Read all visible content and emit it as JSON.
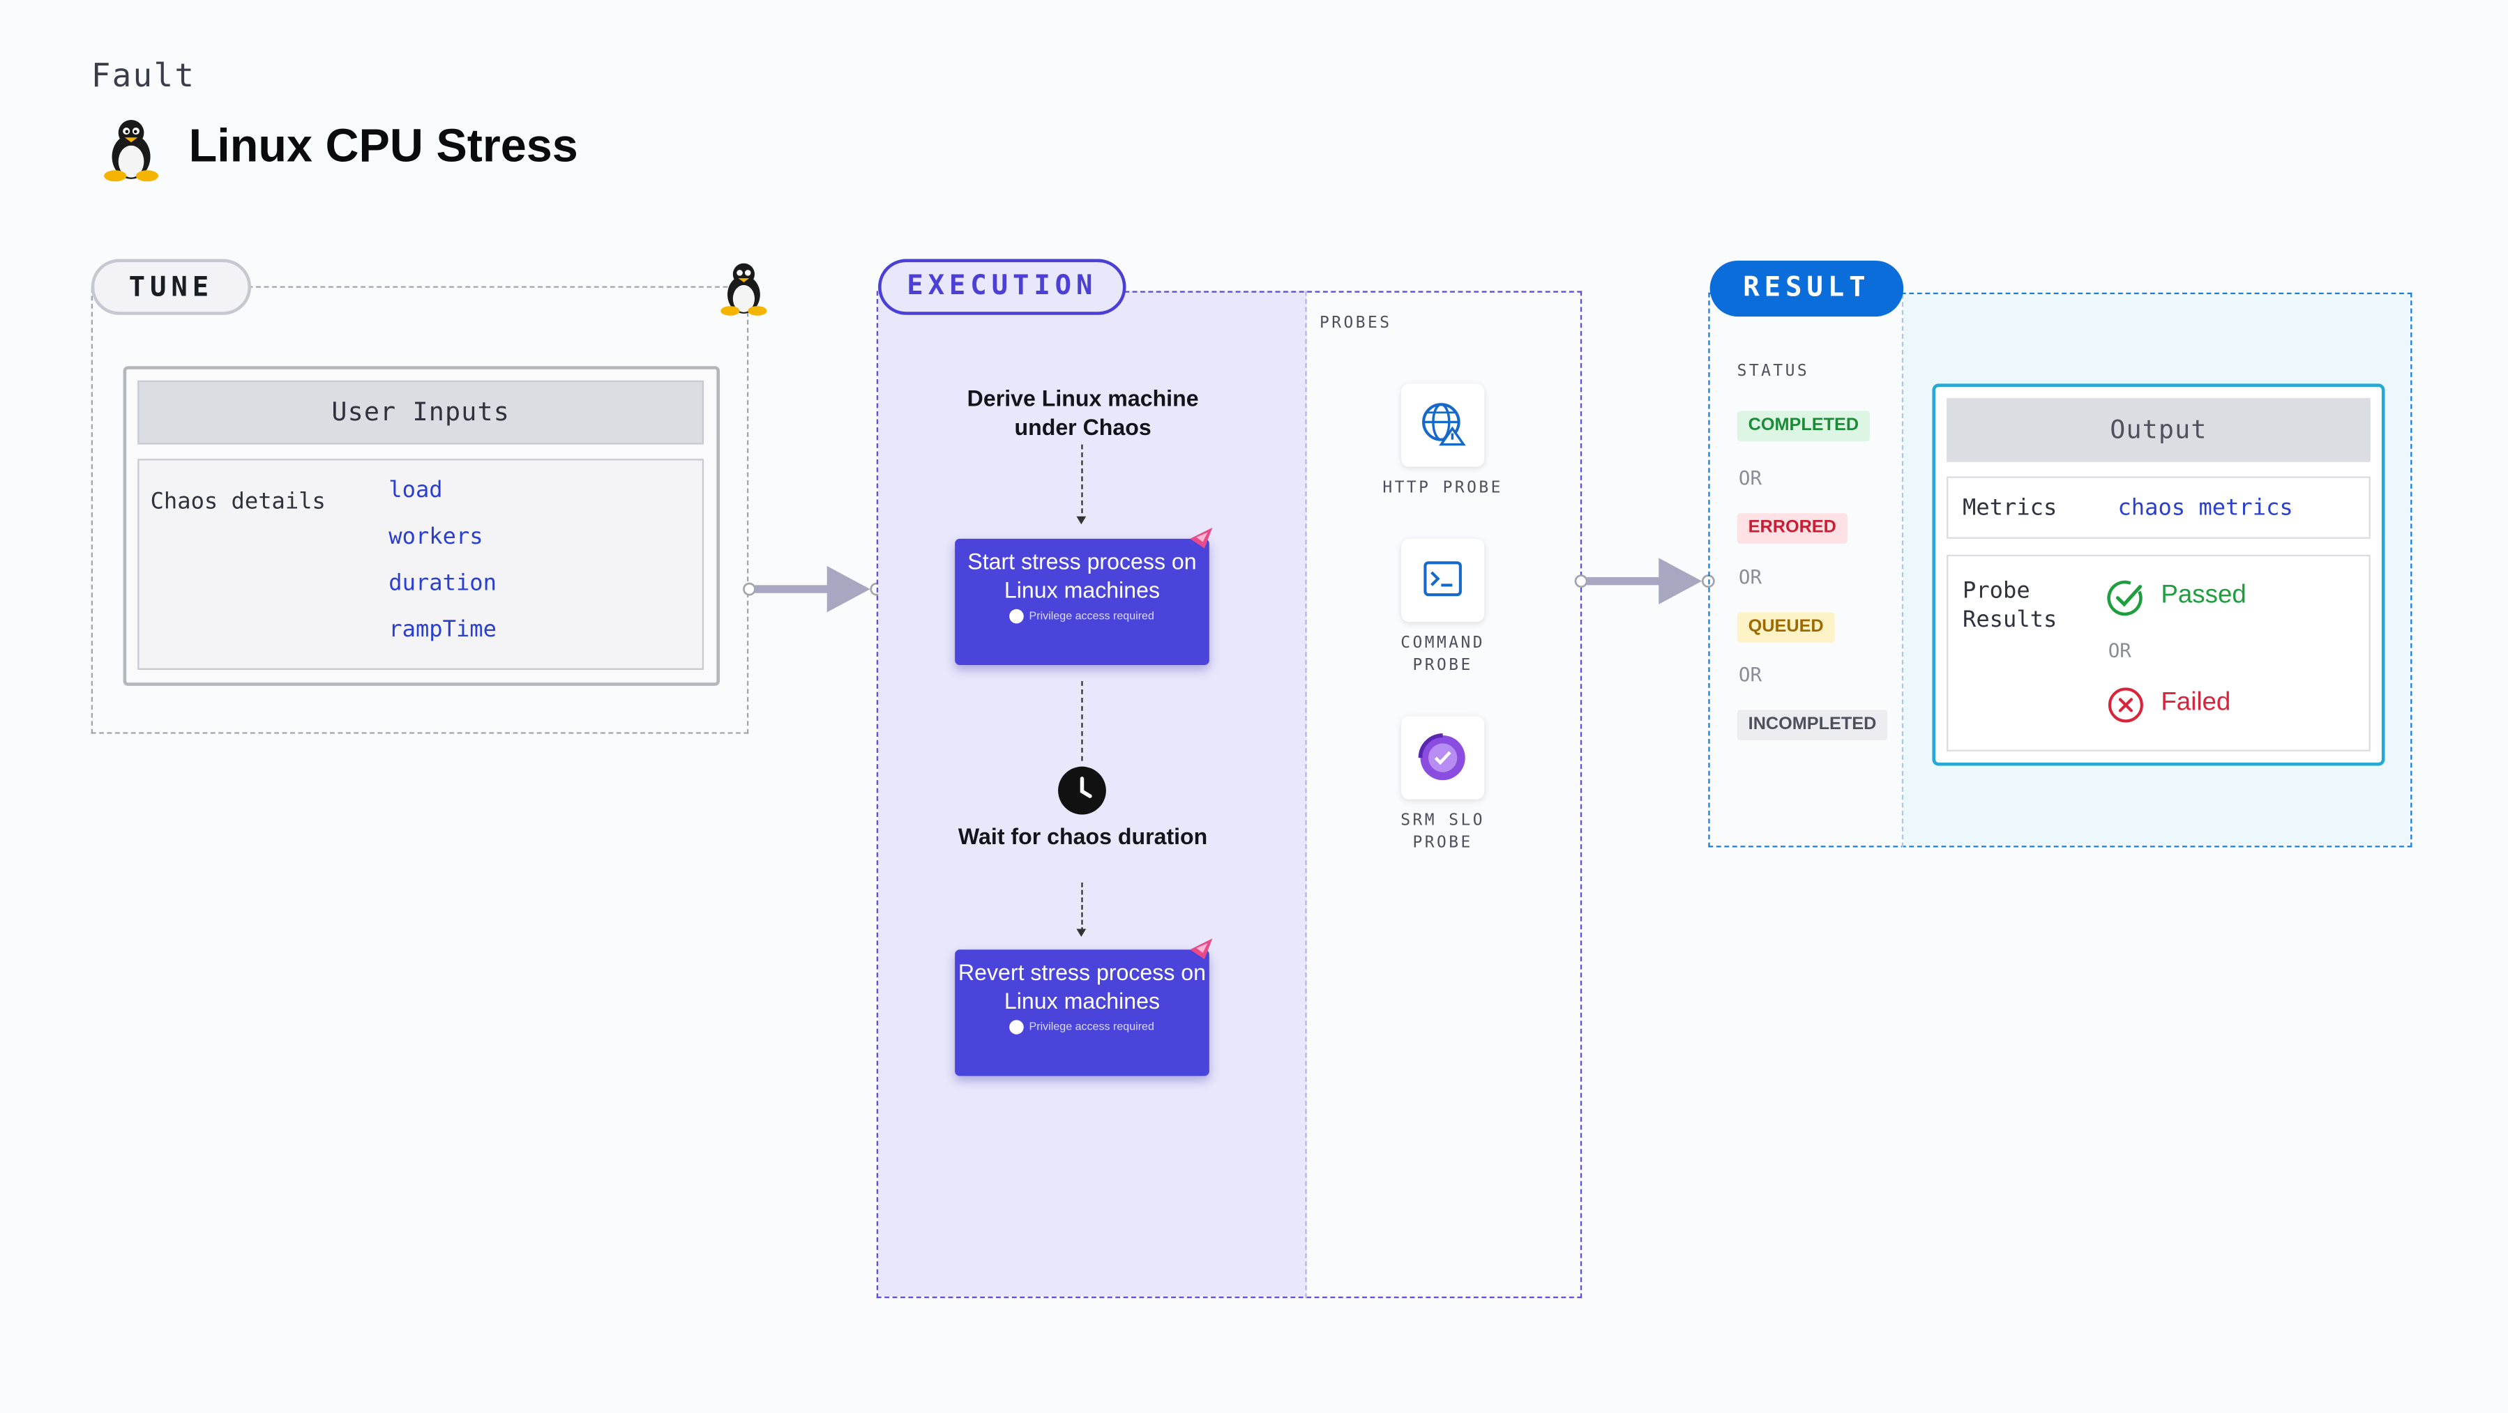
{
  "header": {
    "fault_label": "Fault",
    "title": "Linux CPU Stress",
    "icon": "linux-penguin-icon"
  },
  "tune": {
    "pill_label": "TUNE",
    "user_inputs_title": "User Inputs",
    "chaos_details_label": "Chaos details",
    "params": [
      "load",
      "workers",
      "duration",
      "rampTime"
    ]
  },
  "execution": {
    "pill_label": "EXECUTION",
    "steps": {
      "derive": "Derive Linux machine under Chaos",
      "start": "Start stress process on Linux machines",
      "wait": "Wait for chaos duration",
      "revert": "Revert stress process on Linux machines",
      "privilege_note": "Privilege access required"
    },
    "probes_label": "PROBES",
    "probes": {
      "http": "HTTP PROBE",
      "command_1": "COMMAND",
      "command_2": "PROBE",
      "srm_1": "SRM SLO",
      "srm_2": "PROBE"
    }
  },
  "result": {
    "pill_label": "RESULT",
    "status_label": "STATUS",
    "statuses": {
      "completed": "COMPLETED",
      "errored": "ERRORED",
      "queued": "QUEUED",
      "incompleted": "INCOMPLETED"
    },
    "or_text": "OR",
    "output_title": "Output",
    "metrics_label": "Metrics",
    "metrics_value": "chaos metrics",
    "probe_results_1": "Probe",
    "probe_results_2": "Results",
    "passed": "Passed",
    "failed": "Failed"
  },
  "colors": {
    "execution_accent": "#4b3fd6",
    "result_accent": "#0b6dd9",
    "completed_bg": "#ddf6e3",
    "errored_bg": "#fde1e4",
    "queued_bg": "#fdf3c7",
    "passed": "#1f9e3f",
    "failed": "#d8243b"
  }
}
